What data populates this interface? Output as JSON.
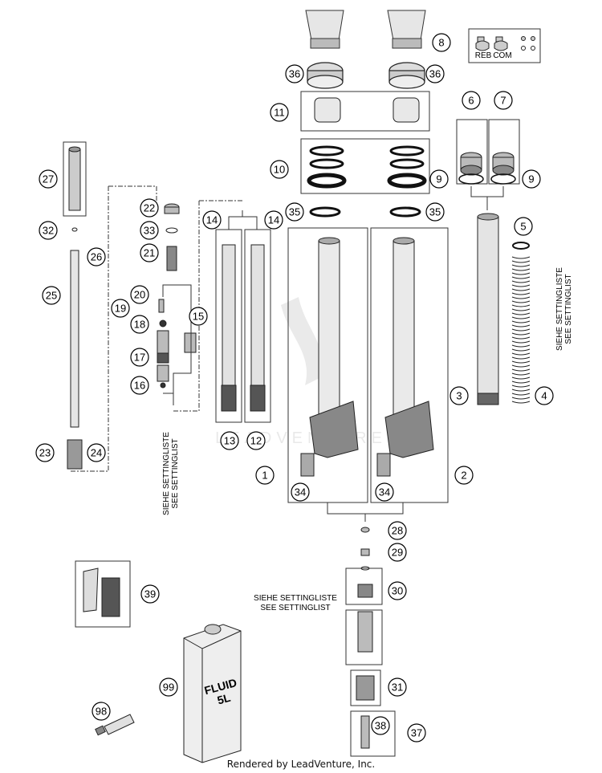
{
  "callouts": {
    "c1": "1",
    "c2": "2",
    "c3": "3",
    "c4": "4",
    "c5": "5",
    "c6": "6",
    "c7": "7",
    "c8": "8",
    "c9a": "9",
    "c9b": "9",
    "c10": "10",
    "c11": "11",
    "c12": "12",
    "c13": "13",
    "c14a": "14",
    "c14b": "14",
    "c15": "15",
    "c16": "16",
    "c17": "17",
    "c18": "18",
    "c19": "19",
    "c20": "20",
    "c21": "21",
    "c22": "22",
    "c23": "23",
    "c24": "24",
    "c25": "25",
    "c26": "26",
    "c27": "27",
    "c28": "28",
    "c29": "29",
    "c30": "30",
    "c31": "31",
    "c32": "32",
    "c33": "33",
    "c34a": "34",
    "c34b": "34",
    "c35a": "35",
    "c35b": "35",
    "c36a": "36",
    "c36b": "36",
    "c37": "37",
    "c38": "38",
    "c39": "39",
    "c98": "98",
    "c99": "99"
  },
  "labels": {
    "reb": "REB",
    "com": "COM",
    "siehe_right": "SIEHE SETTINGLISTE",
    "see_right": "SEE SETTINGLIST",
    "siehe_left": "SIEHE SETTINGLISTE",
    "see_left": "SEE SETTINGLIST",
    "siehe_bottom": "SIEHE SETTINGLISTE",
    "see_bottom": "SEE SETTINGLIST",
    "fluid_line1": "FLUID",
    "fluid_line2": "5L"
  },
  "watermark": "LEADVENTURE",
  "footer": "Rendered by LeadVenture, Inc."
}
